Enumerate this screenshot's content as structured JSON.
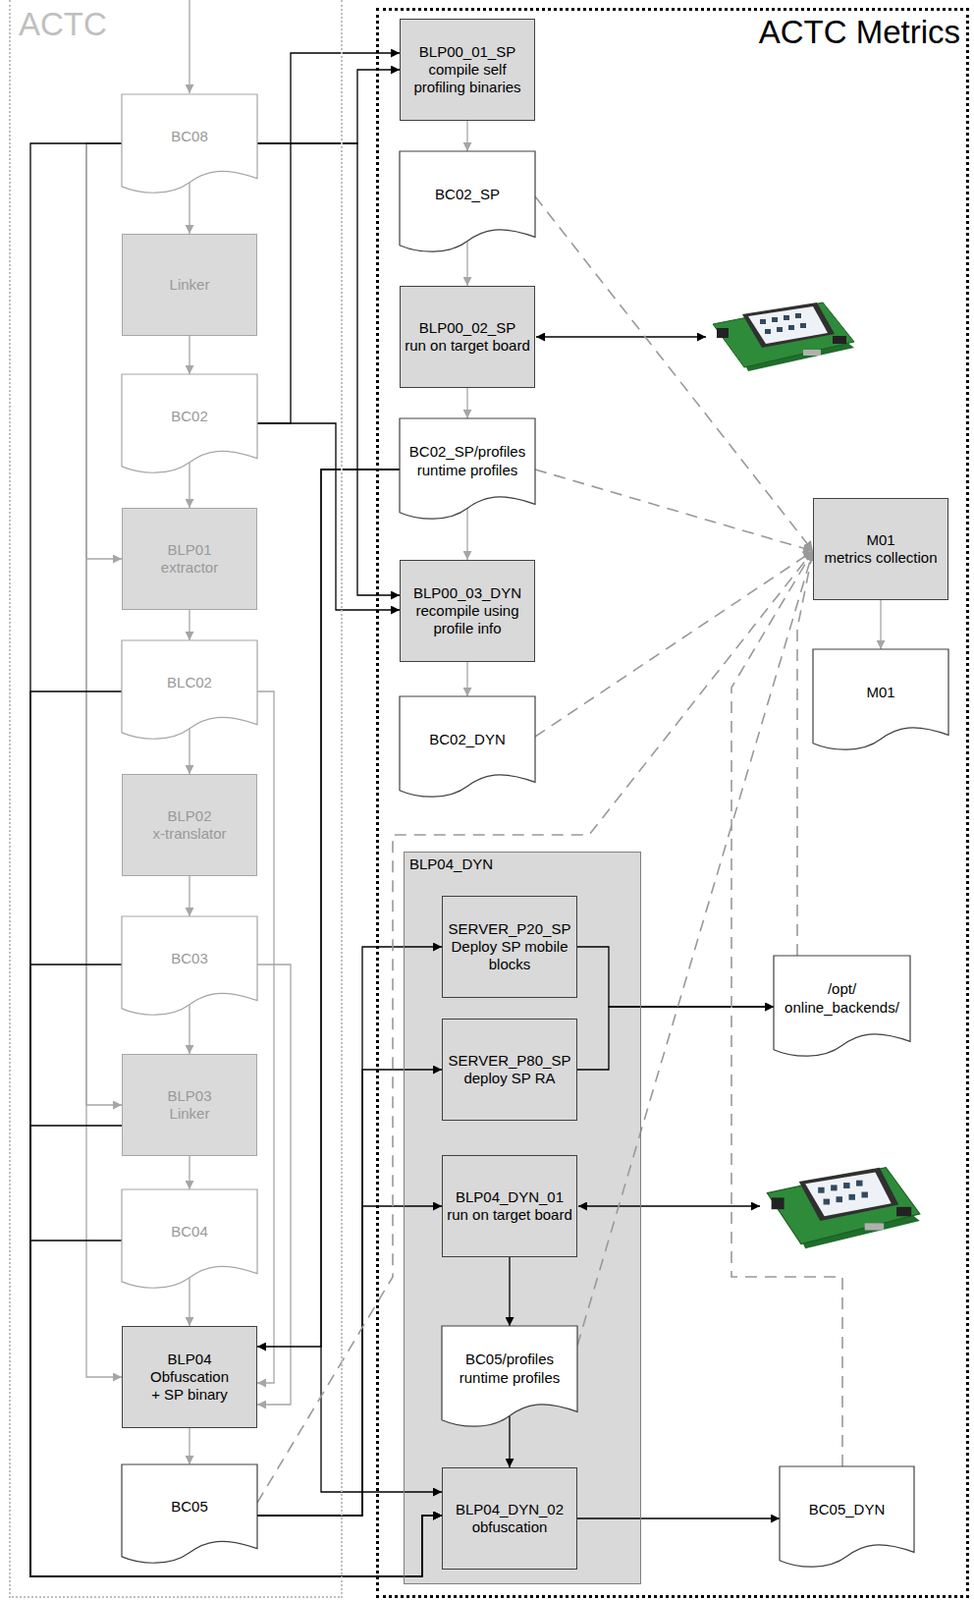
{
  "diagram": {
    "nodes": [
      {
        "text": [
          "ACTC"
        ]
      },
      {
        "text": [
          "BC08"
        ],
        "in": 0
      },
      {
        "text": [
          "Linker"
        ],
        "in": 0
      },
      {
        "text": [
          "BC02"
        ],
        "in": 0
      },
      {
        "text": [
          "BLP01",
          "extractor"
        ],
        "in": 0
      },
      {
        "text": [
          "BLC02"
        ],
        "in": 0
      },
      {
        "text": [
          "BLP02",
          "x-translator"
        ],
        "in": 0
      },
      {
        "text": [
          "BC03"
        ],
        "in": 0
      },
      {
        "text": [
          "BLP03",
          "Linker"
        ],
        "in": 0
      },
      {
        "text": [
          "BC04"
        ],
        "in": 0
      },
      {
        "text": [
          "BLP04",
          "Obfuscation + SP binary"
        ],
        "in": 0
      },
      {
        "text": [
          "BC05"
        ],
        "in": 0
      },
      {
        "text": [
          "ACTC Metrics"
        ]
      },
      {
        "text": [
          "BLP00_01_SP",
          "compile self profiling binaries"
        ],
        "in": 12
      },
      {
        "text": [
          "BC02_SP"
        ],
        "in": 12
      },
      {
        "text": [
          "BLP00_02_SP",
          "run on target board"
        ],
        "in": 12
      },
      {
        "text": [
          "BC02_SP/profiles",
          "runtime profiles"
        ],
        "in": 12
      },
      {
        "text": [
          "BLP00_03_DYN",
          "recompile using profile info"
        ],
        "in": 12
      },
      {
        "text": [
          "BC02_DYN"
        ],
        "in": 12
      },
      {
        "text": [
          "M01",
          "metrics collection"
        ],
        "in": 12
      },
      {
        "text": [
          "M01"
        ],
        "in": 12
      },
      {
        "text": [
          "BLP04_DYN"
        ],
        "in": 12
      },
      {
        "text": [
          "SERVER_P20_SP",
          "Deploy SP mobile blocks"
        ],
        "in": 21
      },
      {
        "text": [
          "SERVER_P80_SP",
          "deploy SP RA"
        ],
        "in": 21
      },
      {
        "text": [
          "/opt/ online_backends/"
        ],
        "in": 12
      },
      {
        "text": [
          "BLP04_DYN_01",
          "run on target board"
        ],
        "in": 21
      },
      {
        "text": [
          "BC05/profiles",
          "runtime profiles"
        ],
        "in": 21
      },
      {
        "text": [
          "BLP04_DYN_02",
          "obfuscation"
        ],
        "in": 21
      },
      {
        "text": [
          "BC05_DYN"
        ],
        "in": 12
      }
    ],
    "edges": [
      {
        "from": 1,
        "to": 2,
        "arrow": "to"
      },
      {
        "from": 2,
        "to": 3,
        "arrow": "to"
      },
      {
        "from": 3,
        "to": 4,
        "arrow": "to"
      },
      {
        "from": 4,
        "to": 5,
        "arrow": "to"
      },
      {
        "from": 5,
        "to": 6,
        "arrow": "to"
      },
      {
        "from": 6,
        "to": 7,
        "arrow": "to"
      },
      {
        "from": 7,
        "to": 8,
        "arrow": "to"
      },
      {
        "from": 8,
        "to": 9,
        "arrow": "to"
      },
      {
        "from": 9,
        "to": 10,
        "arrow": "to"
      },
      {
        "from": 10,
        "to": 11,
        "arrow": "to"
      },
      {
        "from": 1,
        "to": 4,
        "arrow": "to"
      },
      {
        "from": 1,
        "to": 8,
        "arrow": "to"
      },
      {
        "from": 1,
        "to": 10,
        "arrow": "to"
      },
      {
        "from": 5,
        "to": 10,
        "arrow": "to"
      },
      {
        "from": 7,
        "to": 10,
        "arrow": "to"
      },
      {
        "from": 1,
        "to": 27,
        "arrow": "to"
      },
      {
        "from": 5,
        "to": 27,
        "arrow": "to"
      },
      {
        "from": 7,
        "to": 27,
        "arrow": "to"
      },
      {
        "from": 8,
        "to": 27,
        "arrow": "to"
      },
      {
        "from": 9,
        "to": 27,
        "arrow": "to"
      },
      {
        "from": 1,
        "to": 13,
        "arrow": "to"
      },
      {
        "from": 1,
        "to": 17,
        "arrow": "to"
      },
      {
        "from": 3,
        "to": 13,
        "arrow": "to"
      },
      {
        "from": 3,
        "to": 17,
        "arrow": "to"
      },
      {
        "from": 13,
        "to": 14,
        "arrow": "to"
      },
      {
        "from": 14,
        "to": 15,
        "arrow": "to"
      },
      {
        "from": 15,
        "to": 16,
        "arrow": "to"
      },
      {
        "from": 16,
        "to": 17,
        "arrow": "to"
      },
      {
        "from": 17,
        "to": 18,
        "arrow": "to"
      },
      {
        "from": 19,
        "to": 20,
        "arrow": "to"
      },
      {
        "from": 16,
        "to": 10,
        "arrow": "to"
      },
      {
        "from": 16,
        "to": 27,
        "arrow": "to"
      },
      {
        "from": 11,
        "to": 22,
        "arrow": "to"
      },
      {
        "from": 11,
        "to": 23,
        "arrow": "to"
      },
      {
        "from": 11,
        "to": 25,
        "arrow": "to"
      },
      {
        "from": 22,
        "to": 24,
        "arrow": "to"
      },
      {
        "from": 23,
        "to": 24,
        "arrow": "to"
      },
      {
        "from": 25,
        "to": 26,
        "arrow": "to"
      },
      {
        "from": 26,
        "to": 27,
        "arrow": "to"
      },
      {
        "from": 27,
        "to": 28,
        "arrow": "to"
      },
      {
        "from": 14,
        "to": 19,
        "arrow": "to"
      },
      {
        "from": 16,
        "to": 19,
        "arrow": "to"
      },
      {
        "from": 18,
        "to": 19,
        "arrow": "to"
      },
      {
        "from": 11,
        "to": 19,
        "arrow": "to"
      },
      {
        "from": 26,
        "to": 19,
        "arrow": "to"
      },
      {
        "from": 24,
        "to": 19,
        "arrow": "to"
      },
      {
        "from": 28,
        "to": 19,
        "arrow": "to"
      }
    ]
  }
}
